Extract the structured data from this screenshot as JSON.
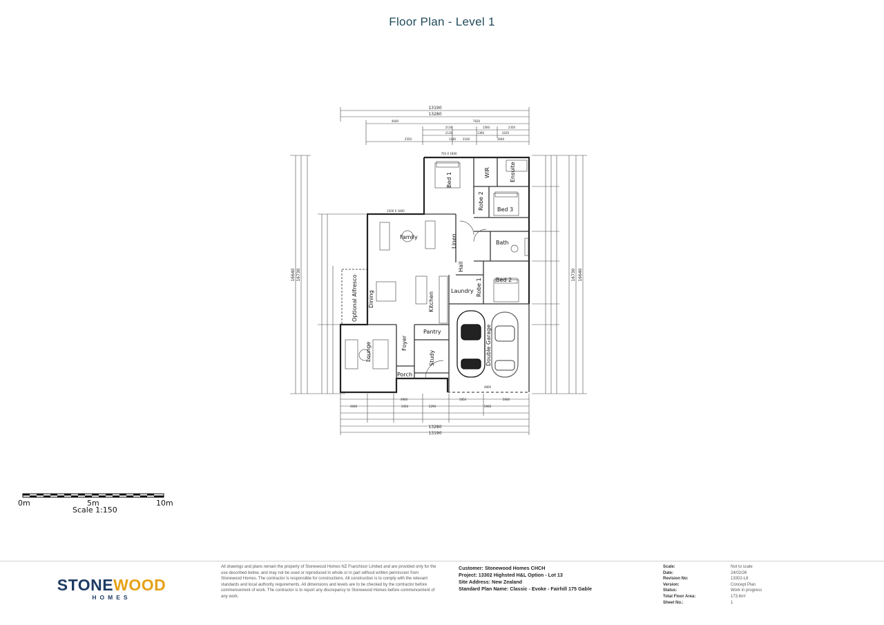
{
  "page": {
    "title": "Floor Plan - Level 1"
  },
  "plan": {
    "rooms": {
      "bed1": "Bed 1",
      "wir": "WIR",
      "ensuite": "Ensuite",
      "robe2": "Robe 2",
      "bed3": "Bed 3",
      "family": "Family",
      "linen": "Linen",
      "bath": "Bath",
      "hall": "Hall",
      "bed2": "Bed 2",
      "robe1": "Robe 1",
      "laundry": "Laundry",
      "optional_alfresco": "Optional Alfresco",
      "dining": "Dining",
      "kitchen": "Kitchen",
      "pantry": "Pantry",
      "lounge": "Lounge",
      "foyer": "Foyer",
      "study": "Study",
      "porch": "Porch",
      "double_garage": "Double Garage"
    },
    "dimensions": {
      "top_overall_1": "13190",
      "top_overall_2": "13280",
      "top_row3_a": "4640",
      "top_row3_b": "7620",
      "top_row4_a": "2130",
      "top_row4_b": "1560",
      "top_row4_c": "2350",
      "top_row5_a": "2130",
      "top_row5_b": "1360",
      "top_row5_c": "2020",
      "top_row6_a": "2550",
      "top_row6_b": "1180",
      "top_row6_c": "3100",
      "top_row6_d": "3640",
      "bottom_overall_1": "13280",
      "bottom_overall_2": "13190",
      "bottom_row1_a": "4900",
      "bottom_row1_b": "1850",
      "bottom_row1_c": "5600",
      "bottom_row2_a": "3600",
      "bottom_row2_b": "3450",
      "bottom_row2_c": "2290",
      "bottom_row2_d": "5900",
      "left_overall_1": "16640",
      "left_overall_2": "16730",
      "right_overall_1": "16730",
      "right_overall_2": "16640",
      "window_bed1": "750 X 1800",
      "window_family": "2200 X 1800",
      "garage_door": "4800"
    },
    "scale": {
      "tick_0": "0m",
      "tick_5": "5m",
      "tick_10": "10m",
      "label": "Scale 1:150"
    }
  },
  "footer": {
    "brand_part1": "STONE",
    "brand_part2": "WOOD",
    "brand_sub": "HOMES",
    "disclaimer": "All drawings and plans remain the property of Stonewood Homes NZ Franchisor Limited and are provided only for the use described below, and may not be used or reproduced in whole or in part without written permission from Stonewood Homes. The contractor is responsible for constructions. All construction is to comply with the relevant standards and local authority requirements. All dimensions and levels are to be checked by the contractor before commencement of work. The contractor is to report any discrepancy to Stonewood Homes before commencement of any work.",
    "customer": "Customer: Stonewood Homes CHCH",
    "project": "Project: 13302 Highsted H&L Option - Lot 13",
    "site_address": "Site Address: New Zealand",
    "standard_plan": "Standard Plan Name: Classic - Evoke - Fairhill 175 Gable",
    "meta": [
      {
        "k": "Scale:",
        "v": "Not to scale"
      },
      {
        "k": "Date:",
        "v": "24/02/26"
      },
      {
        "k": "Revision No:",
        "v": "13302-L8"
      },
      {
        "k": "Version:",
        "v": "Concept Plan"
      },
      {
        "k": "Status:",
        "v": "Work in progress"
      },
      {
        "k": "Total Floor Area:",
        "v": "173.6m²"
      },
      {
        "k": "Sheet No.:",
        "v": "1"
      }
    ]
  }
}
